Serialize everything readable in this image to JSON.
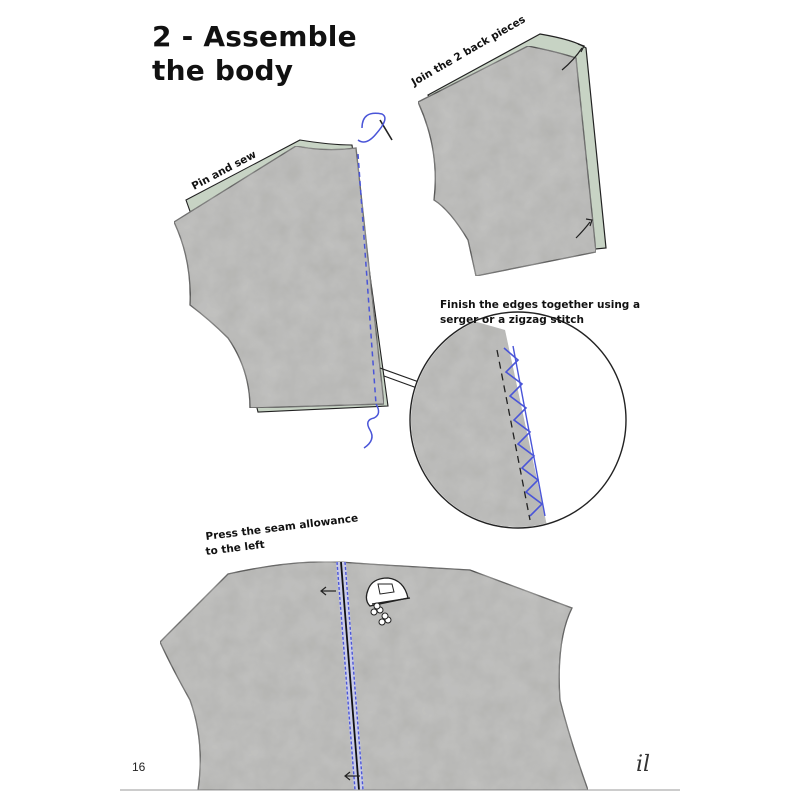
{
  "title": {
    "line1": "2 - Assemble",
    "line2": "the body"
  },
  "labels": {
    "join": "Join the 2 back pieces",
    "pin": "Pin and sew",
    "finish_line1": "Finish the edges together using a",
    "finish_line2": "serger or a zigzag stitch",
    "press_line1": "Press the seam allowance",
    "press_line2": "to the left"
  },
  "page_number": "16",
  "signature": "il",
  "colors": {
    "fabric": "#b3b3b1",
    "fabric_shadow": "#9e9e9c",
    "lining": "#c7d3c4",
    "stitch": "#4a55d8",
    "outline": "#222222"
  },
  "icons": [
    "needle-icon",
    "thread-icon",
    "iron-icon",
    "steam-icon",
    "arrow-icon",
    "magnifier-circle"
  ]
}
